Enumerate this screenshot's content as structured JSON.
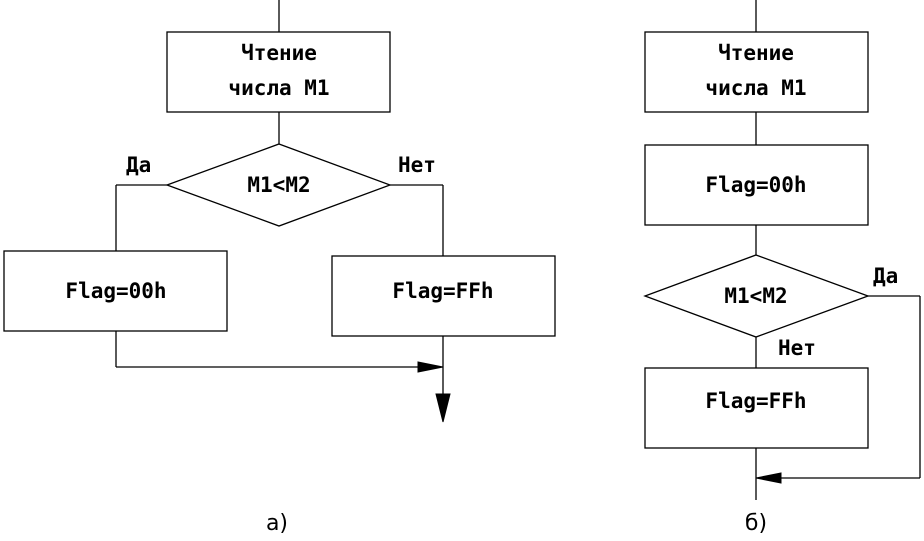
{
  "flowchart_a": {
    "read_block": {
      "line1": "Чтение",
      "line2": "числа М1"
    },
    "decision": "M1<M2",
    "yes_label": "Да",
    "no_label": "Нет",
    "yes_block": "Flag=00h",
    "no_block": "Flag=FFh",
    "caption": "а)"
  },
  "flowchart_b": {
    "read_block": {
      "line1": "Чтение",
      "line2": "числа М1"
    },
    "init_block": "Flag=00h",
    "decision": "M1<M2",
    "yes_label": "Да",
    "no_label": "Нет",
    "no_block": "Flag=FFh",
    "caption": "б)"
  }
}
